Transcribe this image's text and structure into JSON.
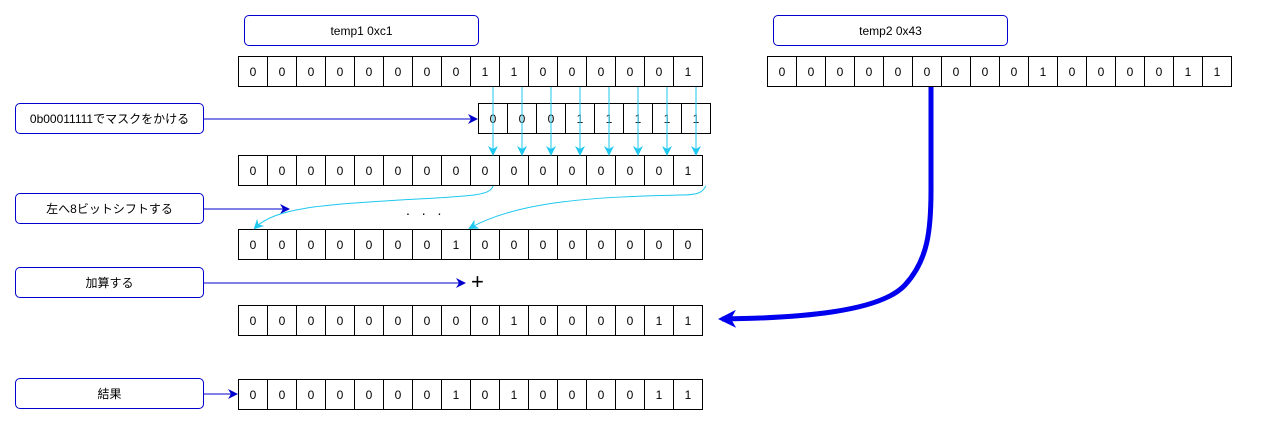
{
  "headers": {
    "temp1": "temp1 0xc1",
    "temp2": "temp2 0x43"
  },
  "steps": {
    "mask": "0b00011111でマスクをかける",
    "shift": "左へ8ビットシフトする",
    "add": "加算する",
    "result": "結果"
  },
  "rows": {
    "temp1": [
      "0",
      "0",
      "0",
      "0",
      "0",
      "0",
      "0",
      "0",
      "1",
      "1",
      "0",
      "0",
      "0",
      "0",
      "0",
      "1"
    ],
    "temp2": [
      "0",
      "0",
      "0",
      "0",
      "0",
      "0",
      "0",
      "0",
      "0",
      "1",
      "0",
      "0",
      "0",
      "0",
      "1",
      "1"
    ],
    "mask": [
      "0",
      "0",
      "0",
      "1",
      "1",
      "1",
      "1",
      "1"
    ],
    "masked": [
      "0",
      "0",
      "0",
      "0",
      "0",
      "0",
      "0",
      "0",
      "0",
      "0",
      "0",
      "0",
      "0",
      "0",
      "0",
      "1"
    ],
    "shifted": [
      "0",
      "0",
      "0",
      "0",
      "0",
      "0",
      "0",
      "1",
      "0",
      "0",
      "0",
      "0",
      "0",
      "0",
      "0",
      "0"
    ],
    "addend": [
      "0",
      "0",
      "0",
      "0",
      "0",
      "0",
      "0",
      "0",
      "0",
      "1",
      "0",
      "0",
      "0",
      "0",
      "1",
      "1"
    ],
    "result": [
      "0",
      "0",
      "0",
      "0",
      "0",
      "0",
      "0",
      "1",
      "0",
      "1",
      "0",
      "0",
      "0",
      "0",
      "1",
      "1"
    ]
  },
  "symbols": {
    "plus": "+",
    "ellipsis": ". . ."
  },
  "colors": {
    "label_border": "#0000cc",
    "step_arrow": "#0000cc",
    "bit_arrow": "#1ec8ef",
    "thick_arrow": "#0000ee"
  }
}
